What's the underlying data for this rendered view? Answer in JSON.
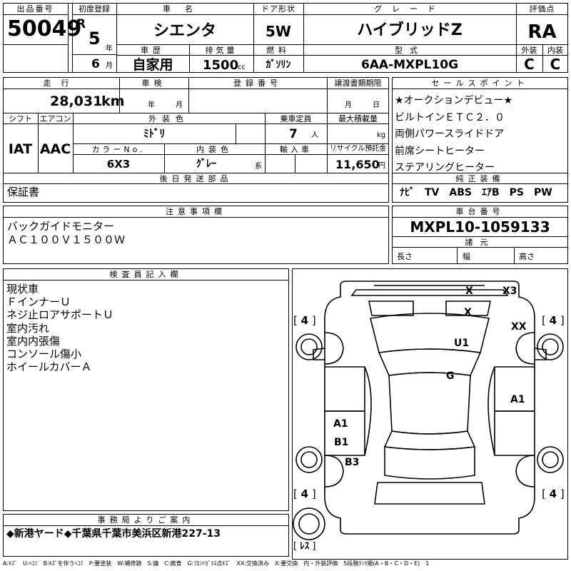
{
  "header": {
    "lot_label": "出品番号",
    "lot_no": "50049",
    "reg_label": "初度登録",
    "reg_era": "R",
    "reg_year": "5",
    "reg_year_unit": "年",
    "reg_month": "6",
    "reg_month_unit": "月",
    "name_label": "車名",
    "name": "シエンタ",
    "door_label": "ドア形状",
    "door": "5W",
    "grade_label": "グレード",
    "grade": "ハイブリッドZ",
    "score_label": "評価点",
    "score": "RA",
    "history_label": "車歴",
    "history": "自家用",
    "disp_label": "排気量",
    "disp": "1500",
    "disp_unit": "cc",
    "fuel_label": "燃料",
    "fuel": "ｶﾞｿﾘﾝ",
    "model_label": "型式",
    "model": "6AA-MXPL10G",
    "ext_label": "外装",
    "ext": "C",
    "int_label": "内装",
    "int": "C"
  },
  "row2": {
    "mileage_label": "走行",
    "mileage": "28,031",
    "mileage_unit": "km",
    "inspection_label": "車検",
    "year_unit": "年",
    "month_unit": "月",
    "regno_label": "登録番号",
    "docs_label": "譲渡書類期限",
    "docs_month": "月",
    "docs_day": "日",
    "shift_label": "シフト",
    "ac_label": "エアコン",
    "shift": "IAT",
    "ac": "AAC",
    "color_label": "外装色",
    "color": "ﾐﾄﾞﾘ",
    "capacity_label": "乗車定員",
    "capacity": "7",
    "capacity_unit": "人",
    "load_label": "最大積載量",
    "load_unit": "kg",
    "colorno_label": "カラーNo.",
    "colorno": "6X3",
    "interior_label": "内装色",
    "interior": "ｸﾞﾚｰ",
    "interior_unit": "系",
    "import_label": "輸入車",
    "recycle_label": "リサイクル預託金",
    "recycle": "11,650",
    "recycle_unit": "円",
    "later_label": "後日発送部品",
    "later": "保証書"
  },
  "sales": {
    "label": "セールスポイント",
    "lines": [
      "★オークションデビュー★",
      "ビルトインＥＴＣ２．０",
      "両側パワースライドドア",
      "前席シートヒーター",
      "ステアリングヒーター"
    ],
    "equip_label": "純正装備",
    "equip": "ﾅﾋﾞ　TV　ABS　ｴｱB　PS　PW"
  },
  "notes": {
    "label": "注意事項欄",
    "lines": [
      "バックガイドモニター",
      "ＡＣ１００Ｖ１５００Ｗ"
    ]
  },
  "chassis": {
    "label": "車台番号",
    "value": "MXPL10-1059133",
    "dims_label": "諸元",
    "length": "長さ",
    "width": "幅",
    "height": "高さ"
  },
  "inspector": {
    "label": "検査員記入欄",
    "lines": [
      "現状車",
      "ＦインナーＵ",
      "ネジ止ロアサポートＵ",
      "室内汚れ",
      "室内内張傷",
      "コンソール傷小",
      "ホイールカバーＡ"
    ]
  },
  "diagram": {
    "marks": [
      "X",
      "X3",
      "X",
      "XX",
      "U1",
      "G",
      "A1",
      "A1",
      "B1",
      "B3"
    ],
    "tires": [
      "4",
      "4",
      "4",
      "4"
    ],
    "spare": "ﾚｽ"
  },
  "office": {
    "label": "事務局よりご案内",
    "text": "◆新港ヤード◆千葉県千葉市美浜区新港227-13"
  },
  "legend": "A:ｷｽﾞ　U:ﾍｺﾐ　B:ｷｽﾞを伴うﾍｺﾐ　P:要塗装　W:補修跡　S:錆　C:腐食　G:ﾌﾛﾝﾄｶﾞﾗｽ点ｷｽﾞ　XX:交換済み　X:要交換　内・外装評価　5段階ﾗﾝｸ順(A・B・C・D・E)　1"
}
